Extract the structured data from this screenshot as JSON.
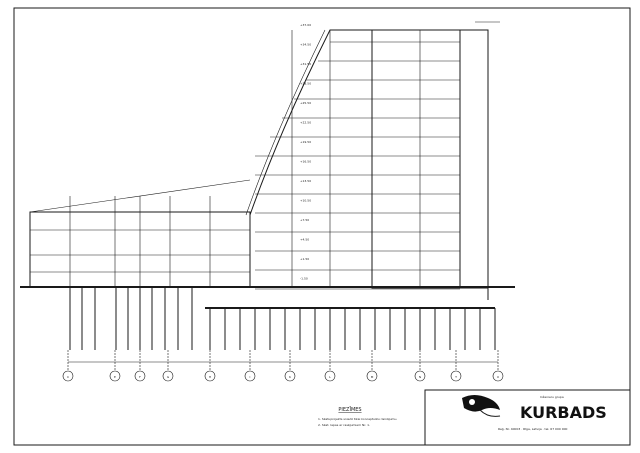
{
  "section_title": "",
  "notes_heading": "PIEZĪMES",
  "notes": [
    "1. Skatuprojekts sniedz tikai konceptuālu risinājumu.",
    "2. Skat. lapas ar rasējumiem Nr. 1."
  ],
  "company": {
    "group_label": "Inženieru grupa",
    "name": "KURBADS",
    "details": "Reģ. Nr. 40003 · Rīga, Latvija · tel. 67 000 000"
  },
  "axis_labels": [
    "C",
    "E",
    "F",
    "G",
    "H",
    "I",
    "K",
    "L",
    "M",
    "N",
    "T",
    "U"
  ],
  "level_marks": [
    "+37.00",
    "+34.50",
    "+31.50",
    "+28.50",
    "+25.50",
    "+22.50",
    "+19.50",
    "+16.50",
    "+13.50",
    "+10.50",
    "+7.50",
    "+4.50",
    "+1.50",
    "-1.50"
  ],
  "colors": {
    "ink": "#1a1a1a",
    "paper": "#ffffff"
  }
}
